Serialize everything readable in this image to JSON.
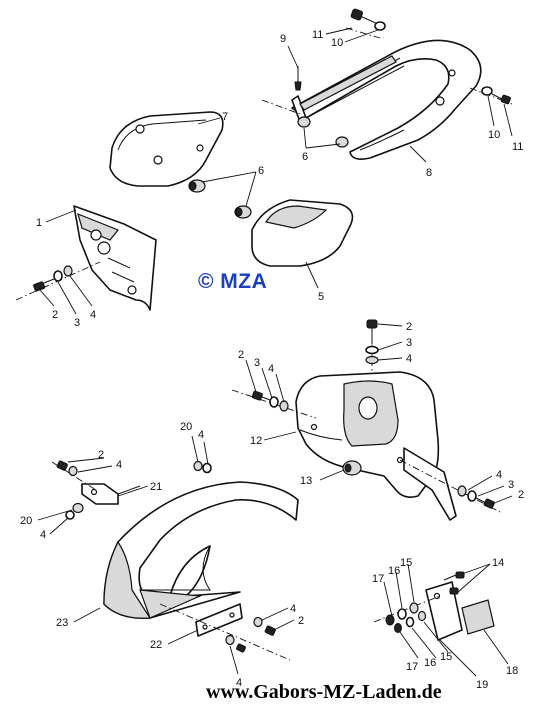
{
  "watermark": "© MZA",
  "footer_url": "www.Gabors-MZ-Laden.de",
  "watermark_color": "#1a3fbf",
  "callouts": [
    {
      "id": "c11a",
      "label": "11"
    },
    {
      "id": "c10a",
      "label": "10"
    },
    {
      "id": "c9",
      "label": "9"
    },
    {
      "id": "c7",
      "label": "7"
    },
    {
      "id": "c6",
      "label": "6"
    },
    {
      "id": "c6b",
      "label": "6"
    },
    {
      "id": "c8",
      "label": "8"
    },
    {
      "id": "c10b",
      "label": "10"
    },
    {
      "id": "c11b",
      "label": "11"
    },
    {
      "id": "c1",
      "label": "1"
    },
    {
      "id": "c2a",
      "label": "2"
    },
    {
      "id": "c3a",
      "label": "3"
    },
    {
      "id": "c4a",
      "label": "4"
    },
    {
      "id": "c5",
      "label": "5"
    },
    {
      "id": "c2b",
      "label": "2"
    },
    {
      "id": "c3b",
      "label": "3"
    },
    {
      "id": "c4b",
      "label": "4"
    },
    {
      "id": "c2c",
      "label": "2"
    },
    {
      "id": "c3c",
      "label": "3"
    },
    {
      "id": "c4c",
      "label": "4"
    },
    {
      "id": "c12",
      "label": "12"
    },
    {
      "id": "c20a",
      "label": "20"
    },
    {
      "id": "c4d",
      "label": "4"
    },
    {
      "id": "c2d",
      "label": "2"
    },
    {
      "id": "c4e",
      "label": "4"
    },
    {
      "id": "c21",
      "label": "21"
    },
    {
      "id": "c13",
      "label": "13"
    },
    {
      "id": "c4f",
      "label": "4"
    },
    {
      "id": "c3d",
      "label": "3"
    },
    {
      "id": "c2e",
      "label": "2"
    },
    {
      "id": "c20b",
      "label": "20"
    },
    {
      "id": "c4g",
      "label": "4"
    },
    {
      "id": "c23",
      "label": "23"
    },
    {
      "id": "c22",
      "label": "22"
    },
    {
      "id": "c4h",
      "label": "4"
    },
    {
      "id": "c2f",
      "label": "2"
    },
    {
      "id": "c4i",
      "label": "4"
    },
    {
      "id": "c15a",
      "label": "15"
    },
    {
      "id": "c16a",
      "label": "16"
    },
    {
      "id": "c17a",
      "label": "17"
    },
    {
      "id": "c14",
      "label": "14"
    },
    {
      "id": "c17b",
      "label": "17"
    },
    {
      "id": "c16b",
      "label": "16"
    },
    {
      "id": "c15b",
      "label": "15"
    },
    {
      "id": "c19",
      "label": "19"
    },
    {
      "id": "c18",
      "label": "18"
    }
  ]
}
